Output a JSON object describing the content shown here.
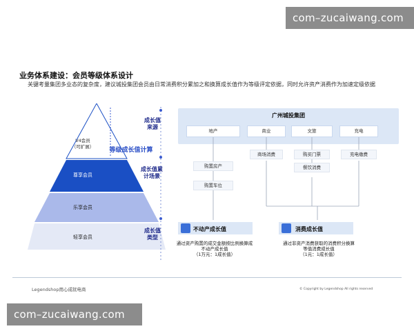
{
  "watermark": "com–zucaiwang.com",
  "title": "业务体系建设：会员等级体系设计",
  "subtitle": "关键考量集团多业态的复杂度，建议城投集团会员由日常消费积分累加之和换算成长值作为等级评定依据，同时允许资产消费作为加速定级依据",
  "pyramid": {
    "levels": [
      "V4会员\n（可扩展）",
      "尊享会员",
      "乐享会员",
      "轻享会员"
    ],
    "colors": [
      "#ffffff",
      "#1a4fc4",
      "#aab9ea",
      "#e4e9f6"
    ],
    "arrow_label": "等级成长值计算"
  },
  "row_labels": [
    "成长值\n来源",
    "成长值累\n计场景",
    "成长值\n类型"
  ],
  "source_group": {
    "title": "广州城投集团",
    "sources": [
      "地产",
      "商业",
      "文旅",
      "充电"
    ]
  },
  "scenes": {
    "property": [
      "购置房产",
      "购置车位"
    ],
    "commerce": [
      "商场消费"
    ],
    "tourism": [
      "购买门票",
      "餐饮消费"
    ],
    "charging": [
      "充电缴费"
    ]
  },
  "types": [
    {
      "name": "不动产成长值",
      "note": "通过资产购置的成交金额按比例换算成\n不动产成长值\n（1万元：1成长值）"
    },
    {
      "name": "消费成长值",
      "note": "通过非资产消费获取的消费积分换算\n等值消费成长值\n（1元：1成长值）"
    }
  ],
  "footer": {
    "left": "Legendshop用心成就电商",
    "right": "© Copyright by Legendshop All rights reserved"
  }
}
